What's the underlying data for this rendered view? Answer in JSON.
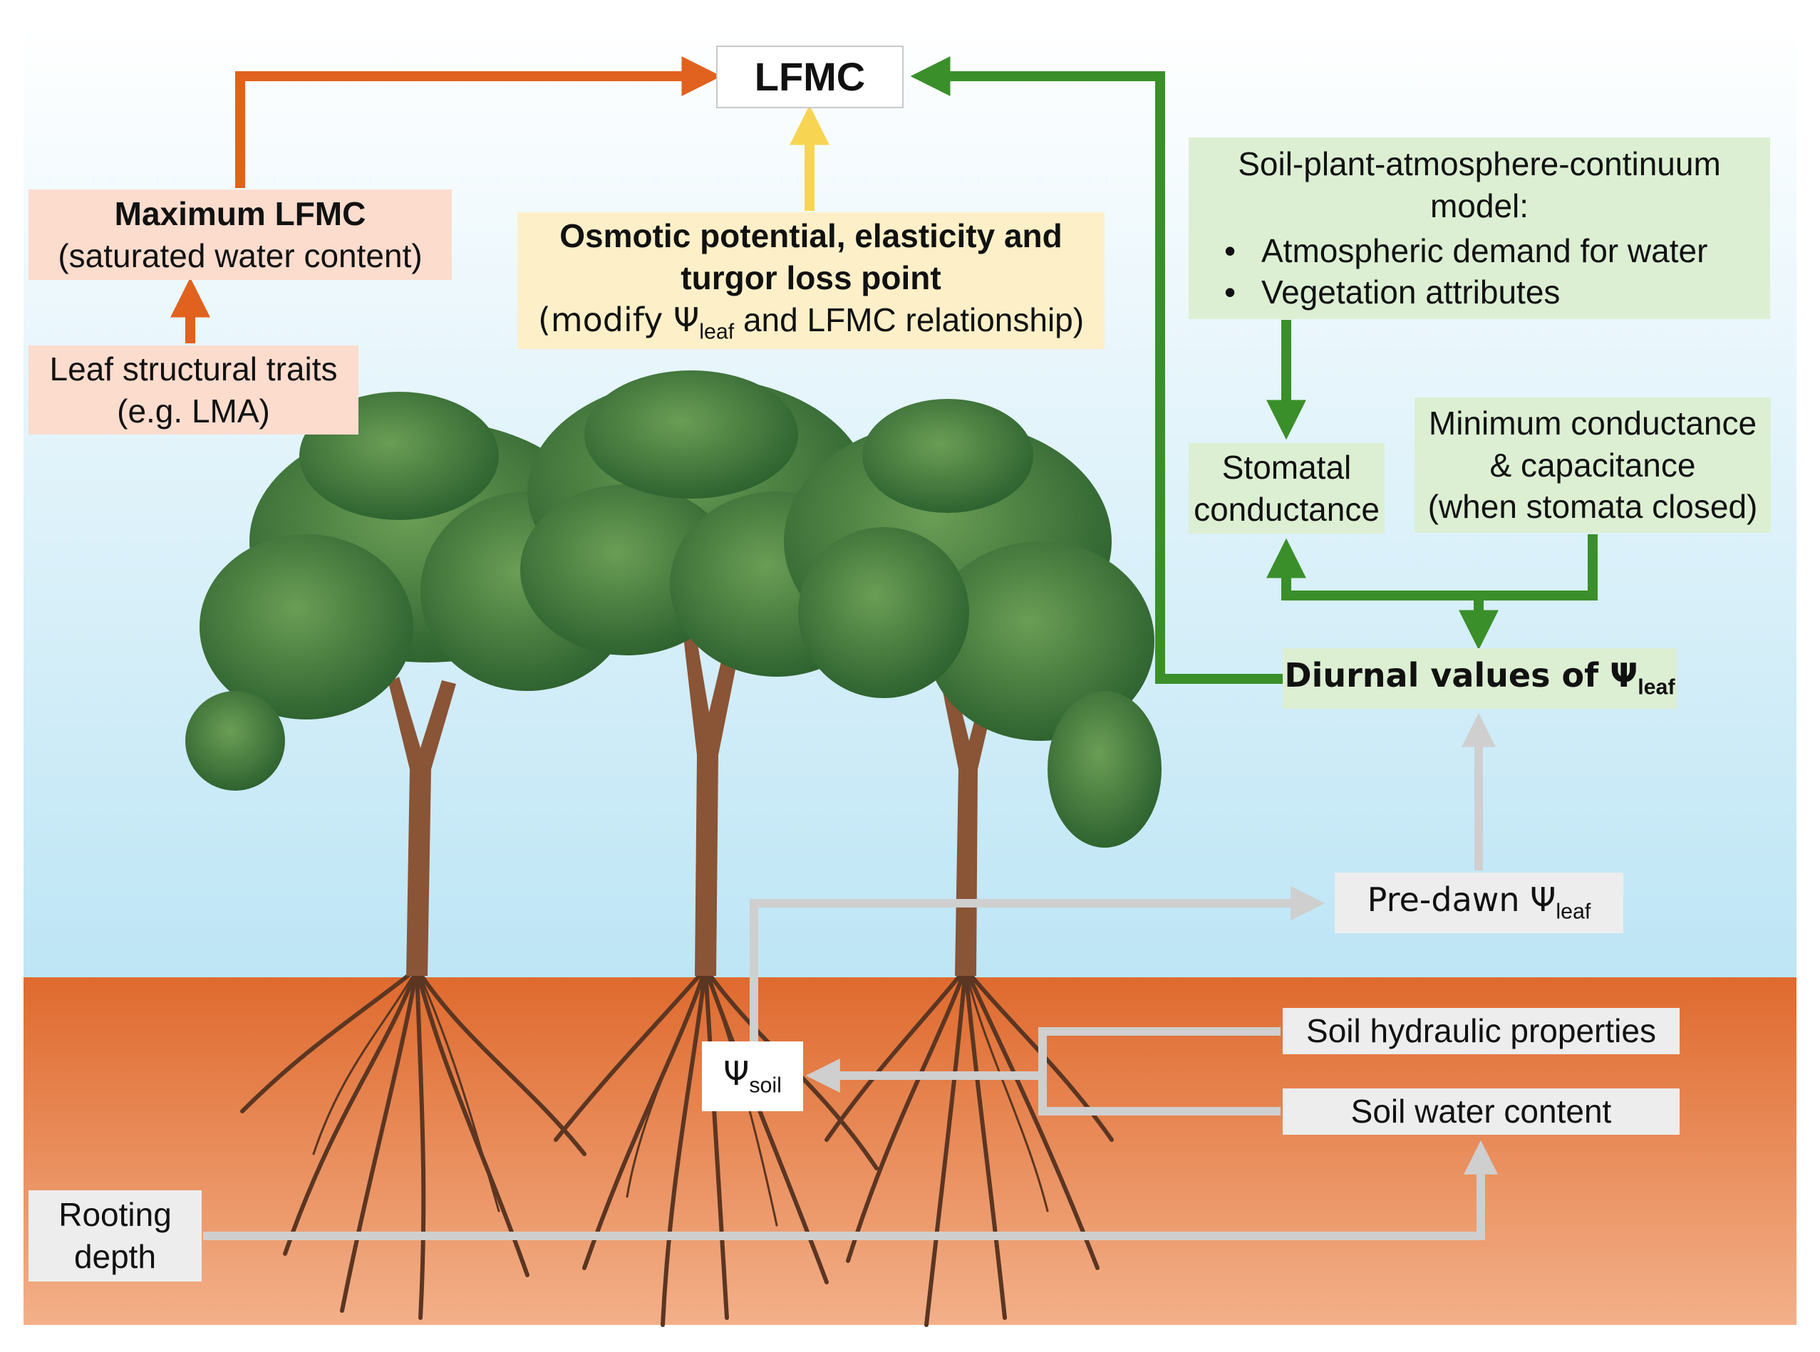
{
  "nodes": {
    "lfmc": {
      "label": "LFMC"
    },
    "max_lfmc": {
      "title": "Maximum LFMC",
      "subtitle": "(saturated water content)"
    },
    "leaf_traits": {
      "line1": "Leaf structural traits",
      "line2": "(e.g. LMA)"
    },
    "osmotic": {
      "line1": "Osmotic potential, elasticity and",
      "line2": "turgor loss point",
      "line3_prefix": "(modify Ψ",
      "line3_sub": "leaf",
      "line3_suffix": " and LFMC relationship)"
    },
    "spac": {
      "line1": "Soil-plant-atmosphere-continuum",
      "line2": "model:",
      "bullet_char": "•",
      "bullets": [
        "Atmospheric demand for water",
        "Vegetation attributes"
      ]
    },
    "stomatal": {
      "line1": "Stomatal",
      "line2": "conductance"
    },
    "min_conductance": {
      "line1": "Minimum conductance",
      "line2": "& capacitance",
      "line3": "(when stomata closed)"
    },
    "diurnal": {
      "prefix": "Diurnal values of  Ψ",
      "sub": "leaf"
    },
    "predawn": {
      "prefix": "Pre-dawn Ψ",
      "sub": "leaf"
    },
    "psi_soil": {
      "symbol": "Ψ",
      "sub": "soil"
    },
    "soil_hydraulic": {
      "label": "Soil hydraulic properties"
    },
    "soil_water": {
      "label": "Soil water content"
    },
    "rooting": {
      "line1": "Rooting",
      "line2": "depth"
    }
  },
  "colors": {
    "orange_arrow": "#e0621e",
    "green_arrow": "#3a8f2a",
    "yellow_arrow": "#f7d553",
    "grey_arrow": "#cfcfcf",
    "salmon_box": "#fbdccd",
    "yellow_box": "#fdf0c8",
    "green_box": "#dcefd3",
    "sky_top": "#ffffff",
    "sky_bottom": "#bde5f5",
    "soil_top": "#df6a2e",
    "soil_bottom": "#f3b089",
    "foliage": "#3f7a37",
    "trunk": "#8a5436",
    "roots": "#5b3622"
  },
  "icons": [
    "tree-illustration",
    "root-system-illustration"
  ]
}
